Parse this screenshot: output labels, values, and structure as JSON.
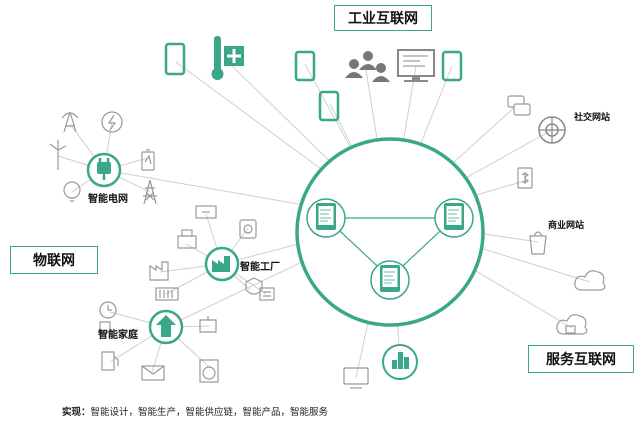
{
  "categories": {
    "industrial": "工业互联网",
    "iot": "物联网",
    "service": "服务互联网"
  },
  "hubs": {
    "smart_grid": "智能电网",
    "smart_factory": "智能工厂",
    "smart_home": "智能家庭"
  },
  "sites": {
    "social": "社交网站",
    "commerce": "商业网站"
  },
  "footer": {
    "prefix": "实现：",
    "text": "智能设计，智能生产，智能供应链，智能产品，智能服务"
  },
  "colors": {
    "accent": "#3aa68a",
    "line": "#c8c8c8",
    "icon_gray": "#8a8a8a"
  }
}
